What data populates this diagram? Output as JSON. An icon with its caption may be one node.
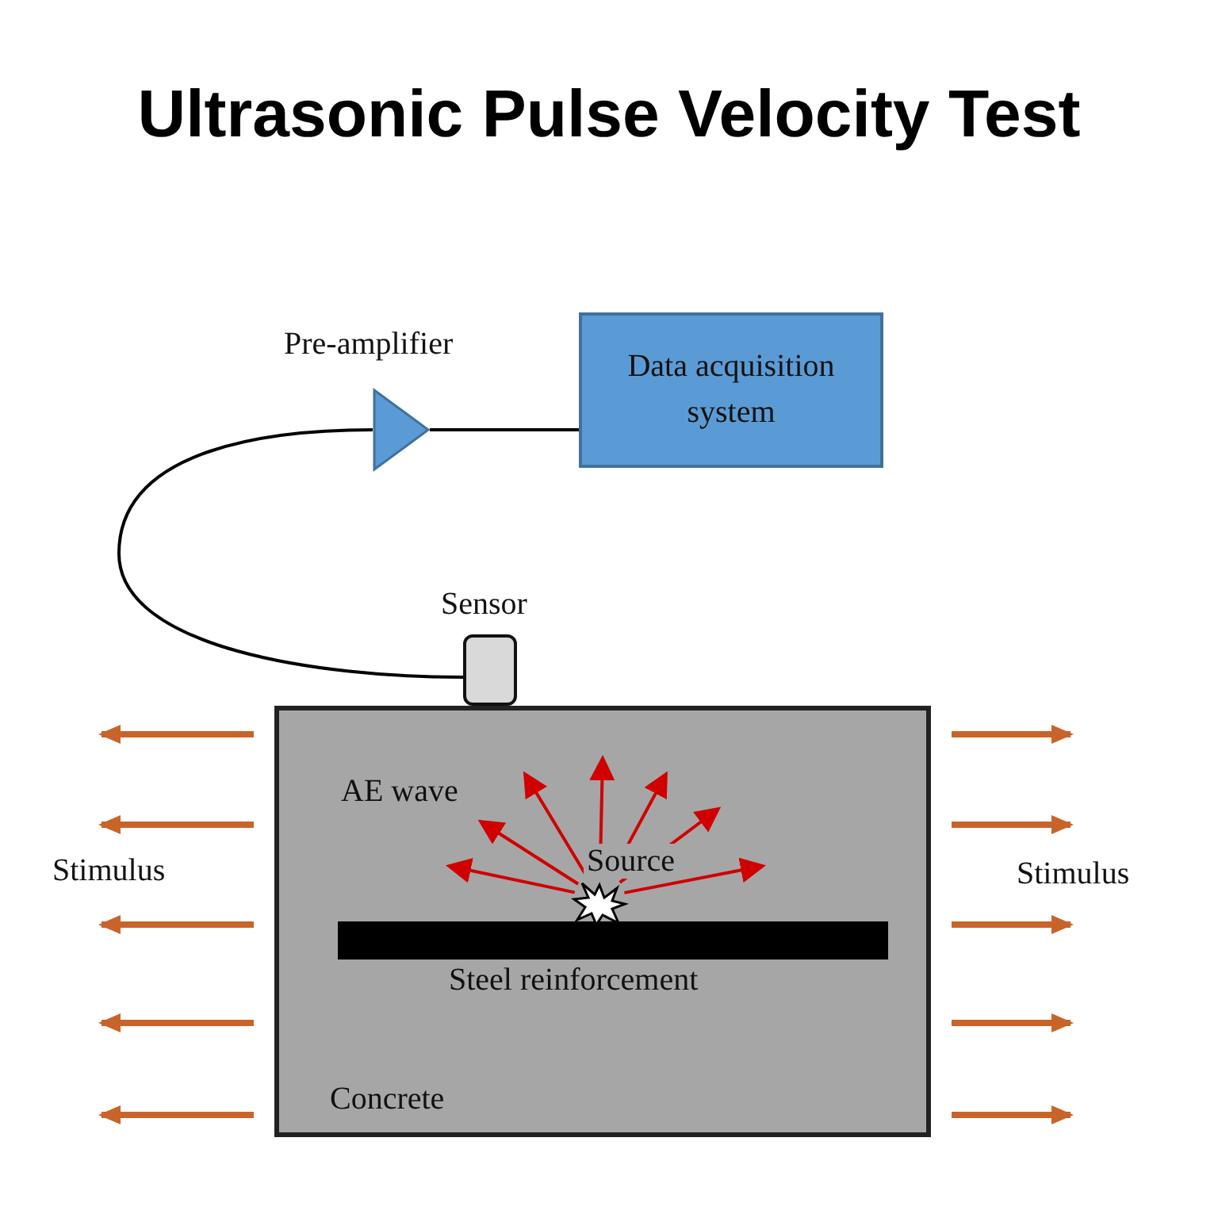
{
  "diagram": {
    "title": "Ultrasonic Pulse Velocity Test",
    "nodes": [
      {
        "text": [
          "Pre-amplifier"
        ]
      },
      {
        "text": [
          "Data acquisition system"
        ]
      },
      {
        "text": [
          "Sensor"
        ]
      },
      {
        "text": [
          "Concrete"
        ]
      },
      {
        "text": [
          "Steel reinforcement"
        ],
        "in": 3
      },
      {
        "text": [
          "Source"
        ],
        "in": 3
      }
    ],
    "edges": [
      {
        "from": 0,
        "to": 1,
        "arrow": "none"
      },
      {
        "from": 2,
        "to": 0,
        "arrow": "none"
      }
    ],
    "labels": [
      "AE wave",
      "Stimulus",
      "Stimulus"
    ]
  }
}
